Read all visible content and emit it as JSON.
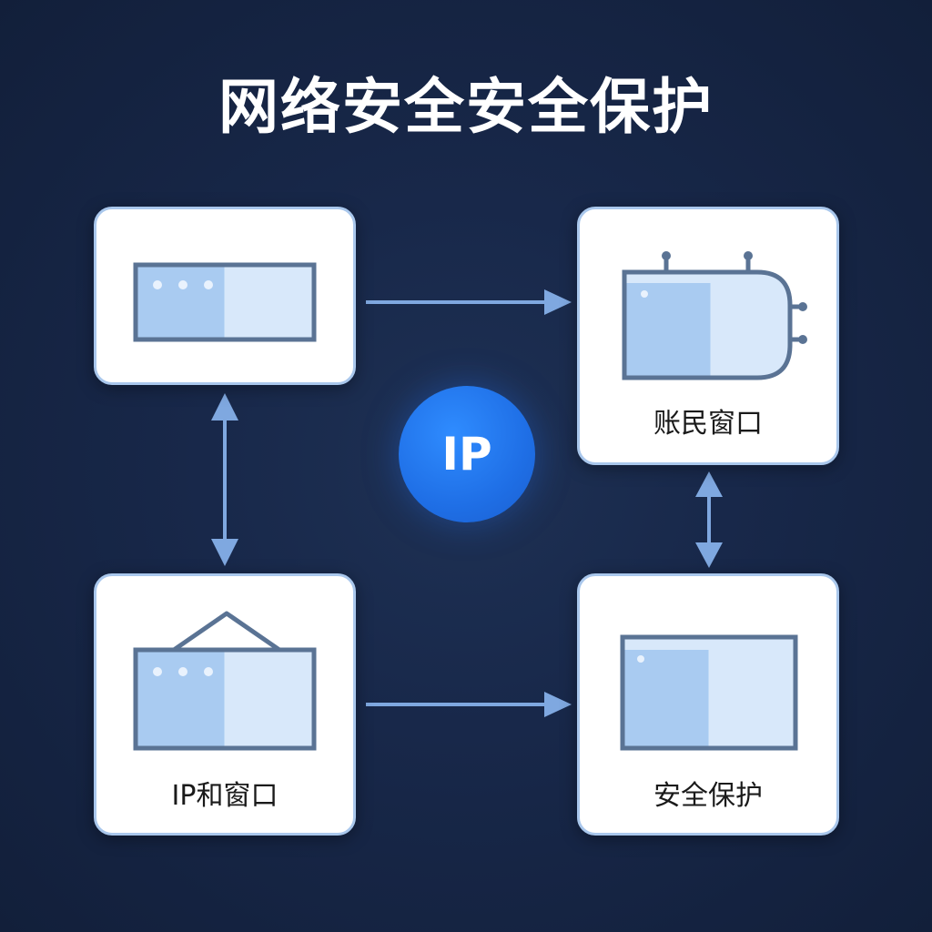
{
  "title": "网络安全安全保护",
  "center_badge": {
    "label": "IP"
  },
  "nodes": [
    {
      "id": "top-left",
      "label": "",
      "icon": "browser-window-icon"
    },
    {
      "id": "top-right",
      "label": "账民窗口",
      "icon": "device-panel-icon"
    },
    {
      "id": "bottom-left",
      "label": "IP和窗口",
      "icon": "roofed-window-icon"
    },
    {
      "id": "bottom-right",
      "label": "安全保护",
      "icon": "screen-window-icon"
    }
  ],
  "connections": [
    {
      "from": "top-left",
      "to": "top-right",
      "direction": "forward"
    },
    {
      "from": "top-left",
      "to": "bottom-left",
      "direction": "both"
    },
    {
      "from": "bottom-left",
      "to": "bottom-right",
      "direction": "forward"
    },
    {
      "from": "top-right",
      "to": "bottom-right",
      "direction": "both"
    }
  ],
  "colors": {
    "background": "#18284a",
    "node_fill": "#ffffff",
    "node_border": "#a9c7ec",
    "arrow": "#7fa8e0",
    "icon_stroke": "#5a7394",
    "icon_fill_dark": "#a9cbf1",
    "icon_fill_light": "#d8e8fa",
    "badge": "#1f6fe6"
  }
}
